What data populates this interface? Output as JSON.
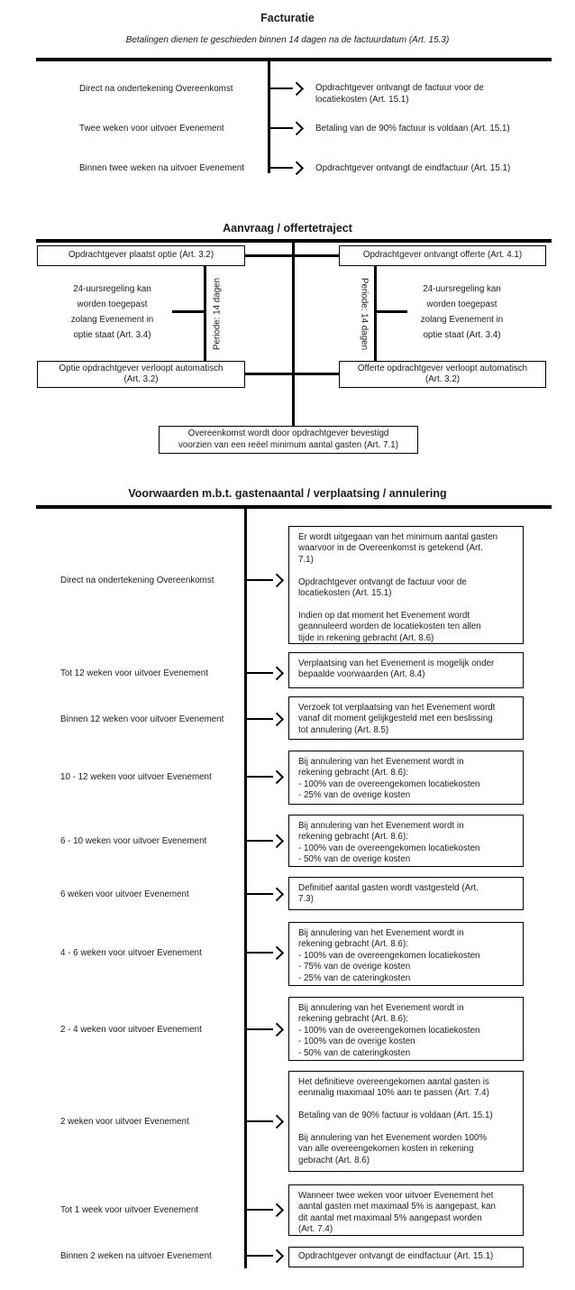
{
  "facturatie": {
    "title": "Facturatie",
    "subtitle": "Betalingen dienen te geschieden binnen 14 dagen na de factuurdatum (Art. 15.3)",
    "rows": [
      {
        "label": "Direct na ondertekening Overeenkomst",
        "result": "Opdrachtgever ontvangt de factuur voor de\nlocatiekosten (Art. 15.1)"
      },
      {
        "label": "Twee weken voor uitvoer Evenement",
        "result": "Betaling van de 90% factuur is voldaan (Art. 15.1)"
      },
      {
        "label": "Binnen twee weken na uitvoer Evenement",
        "result": "Opdrachtgever ontvangt de eindfactuur (Art. 15.1)"
      }
    ]
  },
  "aanvraag": {
    "title": "Aanvraag / offertetraject",
    "option_box": "Opdrachtgever plaatst optie (Art. 3.2)",
    "offer_box": "Opdrachtgever ontvangt offerte (Art. 4.1)",
    "left_period_label": "Periode: 14 dagen",
    "right_period_label": "Periode: 14 dagen",
    "left_note": "24-uursregeling kan\nworden toegepast\nzolang Evenement in\noptie staat (Art. 3.4)",
    "right_note": "24-uursregeling kan\nworden toegepast\nzolang Evenement in\noptie staat (Art. 3.4)",
    "option_expire_box": "Optie opdrachtgever verloopt automatisch\n(Art. 3.2)",
    "offer_expire_box": "Offerte opdrachtgever verloopt automatisch\n(Art. 3.2)",
    "confirm_box": "Overeenkomst wordt door opdrachtgever bevestigd\nvoorzien van een reëel minimum aantal gasten (Art. 7.1)"
  },
  "voorwaarden": {
    "title": "Voorwaarden m.b.t. gastenaantal / verplaatsing / annulering",
    "rows": [
      {
        "label": "Direct na ondertekening Overeenkomst",
        "text": "Er wordt uitgegaan van het minimum aantal gasten\nwaarvoor in de Overeenkomst is getekend (Art.\n7.1)\n\nOpdrachtgever ontvangt de factuur voor de\nlocatiekosten (Art. 15.1)\n\nIndien op dat moment het Evenement wordt\ngeannuleerd worden de locatiekosten ten allen\ntijde in rekening gebracht (Art. 8.6)"
      },
      {
        "label": "Tot 12 weken voor uitvoer Evenement",
        "text": "Verplaatsing van het Evenement is mogelijk onder\nbepaalde voorwaarden (Art. 8.4)"
      },
      {
        "label": "Binnen 12 weken voor uitvoer Evenement",
        "text": "Verzoek tot verplaatsing van het Evenement wordt\nvanaf dit moment gelijkgesteld met een beslissing\ntot annulering (Art. 8.5)"
      },
      {
        "label": "10 - 12 weken voor uitvoer Evenement",
        "text": "Bij annulering van het Evenement wordt in\nrekening gebracht (Art. 8.6):\n- 100% van de overeengekomen locatiekosten\n- 25% van de overige kosten"
      },
      {
        "label": "6 - 10 weken voor uitvoer Evenement",
        "text": "Bij annulering van het Evenement wordt in\nrekening gebracht (Art. 8.6):\n- 100% van de overeengekomen locatiekosten\n- 50% van de overige kosten"
      },
      {
        "label": "6 weken voor uitvoer Evenement",
        "text": "Definitief aantal gasten wordt vastgesteld (Art.\n7.3)"
      },
      {
        "label": "4 - 6 weken voor uitvoer Evenement",
        "text": "Bij annulering van het Evenement wordt in\nrekening gebracht (Art. 8.6):\n- 100% van de overeengekomen locatiekosten\n- 75% van de overige kosten\n- 25% van de cateringkosten"
      },
      {
        "label": "2 - 4 weken voor uitvoer Evenement",
        "text": "Bij annulering van het Evenement wordt in\nrekening gebracht (Art. 8.6):\n- 100% van de overeengekomen locatiekosten\n- 100% van de overige kosten\n- 50% van de cateringkosten"
      },
      {
        "label": "2 weken voor uitvoer Evenement",
        "text": "Het definitieve overeengekomen aantal gasten is\neenmalig maximaal 10% aan te passen (Art. 7.4)\n\nBetaling van de 90% factuur is voldaan (Art. 15.1)\n\nBij annulering van het Evenement worden 100%\nvan alle overeengekomen kosten in rekening\ngebracht (Art. 8.6)"
      },
      {
        "label": "Tot 1 week voor uitvoer Evenement",
        "text": "Wanneer twee weken voor uitvoer Evenement het\naantal gasten met maximaal 5% is aangepast, kan\ndit aantal met maximaal 5% aangepast worden\n(Art. 7.4)"
      },
      {
        "label": "Binnen 2 weken na uitvoer Evenement",
        "text": "Opdrachtgever ontvangt de eindfactuur (Art. 15.1)"
      }
    ]
  }
}
